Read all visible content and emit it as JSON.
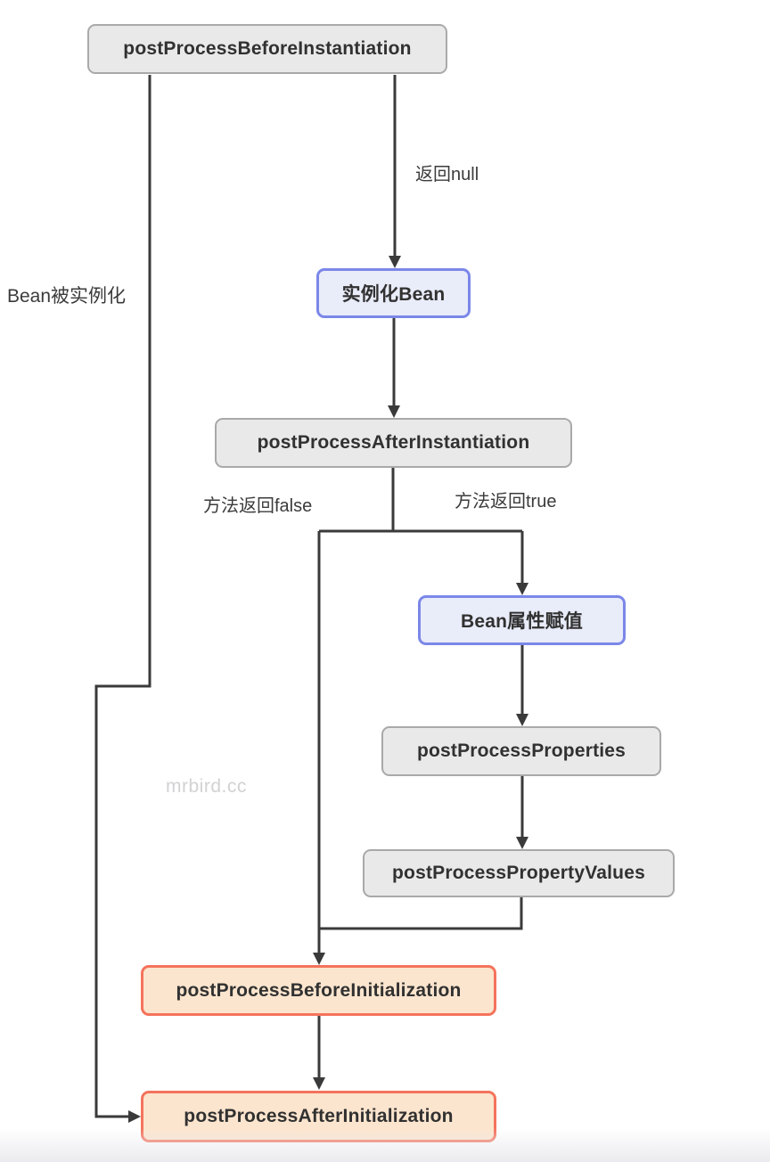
{
  "watermark": "mrbird.cc",
  "nodes": [
    {
      "label": "postProcessBeforeInstantiation",
      "kind": "gray-callback-box"
    },
    {
      "label": "实例化Bean",
      "kind": "blue-step-box"
    },
    {
      "label": "postProcessAfterInstantiation",
      "kind": "gray-callback-box"
    },
    {
      "label": "Bean属性赋值",
      "kind": "blue-step-box"
    },
    {
      "label": "postProcessProperties",
      "kind": "gray-callback-box"
    },
    {
      "label": "postProcessPropertyValues",
      "kind": "gray-callback-box"
    },
    {
      "label": "postProcessBeforeInitialization",
      "kind": "orange-callback-box"
    },
    {
      "label": "postProcessAfterInitialization",
      "kind": "orange-callback-box"
    }
  ],
  "labels": {
    "return_null": "返回null",
    "bean_instantiated": "Bean被实例化",
    "method_returns_false": "方法返回false",
    "method_returns_true": "方法返回true"
  },
  "colors": {
    "line": "#3a3a3a",
    "gray_fill": "#e9e9e9",
    "gray_border": "#a9a9a9",
    "blue_fill": "#e9ecf9",
    "blue_border": "#7b87e8",
    "orange_fill": "#fce5ce",
    "orange_border": "#f4735c",
    "node_text": "#313131",
    "edge_label_text": "#3b3b3b",
    "watermark_text": "#d2d2d4"
  }
}
